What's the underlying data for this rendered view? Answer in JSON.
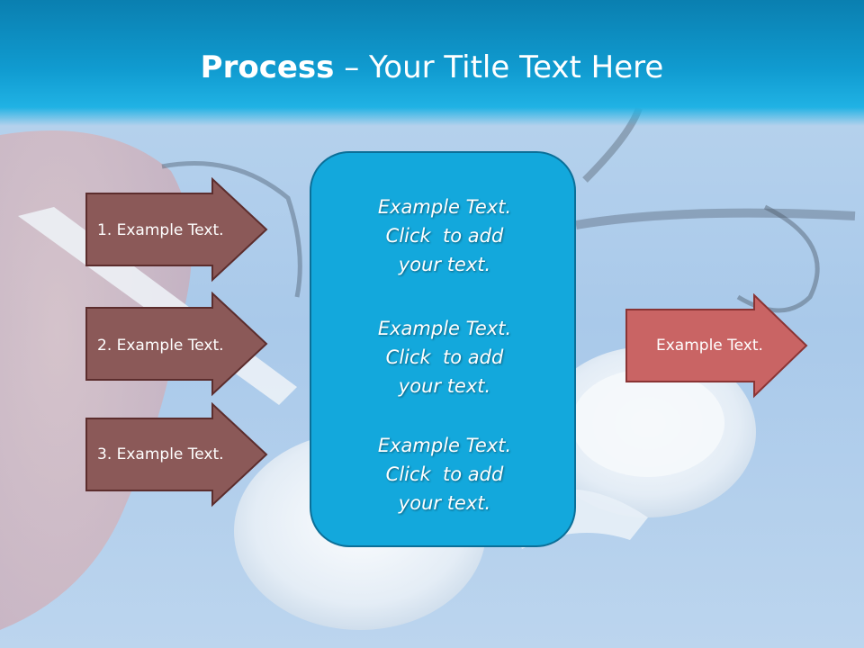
{
  "slide": {
    "title_bold": "Process",
    "title_separator": " – ",
    "title_rest": "Your Title Text Here"
  },
  "left_arrows": [
    {
      "label": "1. Example Text."
    },
    {
      "label": "2. Example Text."
    },
    {
      "label": "3. Example Text."
    }
  ],
  "center_box": {
    "paragraphs": [
      {
        "lines": [
          "Example Text.",
          "Click  to add",
          "your text."
        ]
      },
      {
        "lines": [
          "Example Text.",
          "Click  to add",
          "your text."
        ]
      },
      {
        "lines": [
          "Example Text.",
          "Click  to add",
          "your text."
        ]
      }
    ]
  },
  "right_arrow": {
    "label": "Example Text."
  },
  "colors": {
    "header": "#109bd0",
    "left_arrow_fill": "#8b5958",
    "right_arrow_fill": "#c96464",
    "center_box_fill": "#13a8dc"
  },
  "background_image": "contact-lens-case-photo"
}
